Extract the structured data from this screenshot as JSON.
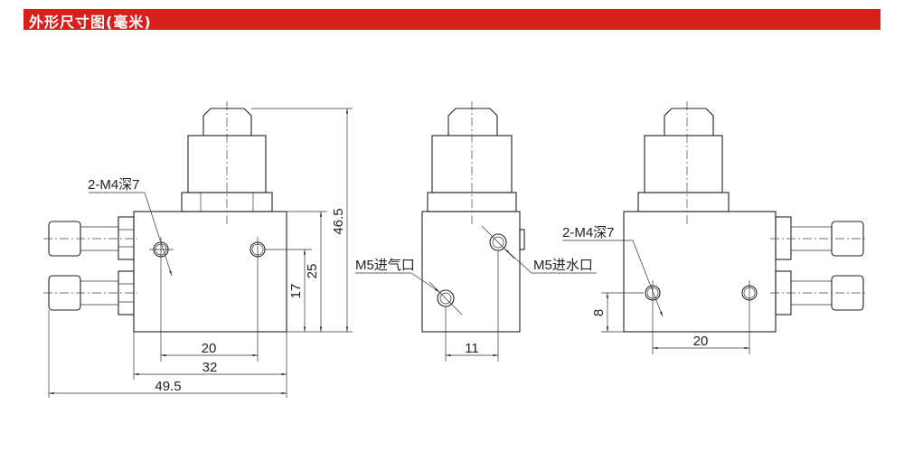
{
  "header": {
    "title": "外形尺寸图(毫米)",
    "color": "#d6201c"
  },
  "views": {
    "front": {
      "hole_label": "2-M4深7",
      "dims": {
        "overall_height": "46.5",
        "body_height": "25",
        "hole_height": "17",
        "hole_spacing": "20",
        "body_width": "32",
        "overall_width": "49.5"
      }
    },
    "side": {
      "air_inlet_label": "M5进气口",
      "water_inlet_label": "M5进水口",
      "dims": {
        "port_offset": "11"
      }
    },
    "rear": {
      "hole_label": "2-M4深7",
      "dims": {
        "hole_height": "8",
        "hole_spacing": "20"
      }
    }
  }
}
